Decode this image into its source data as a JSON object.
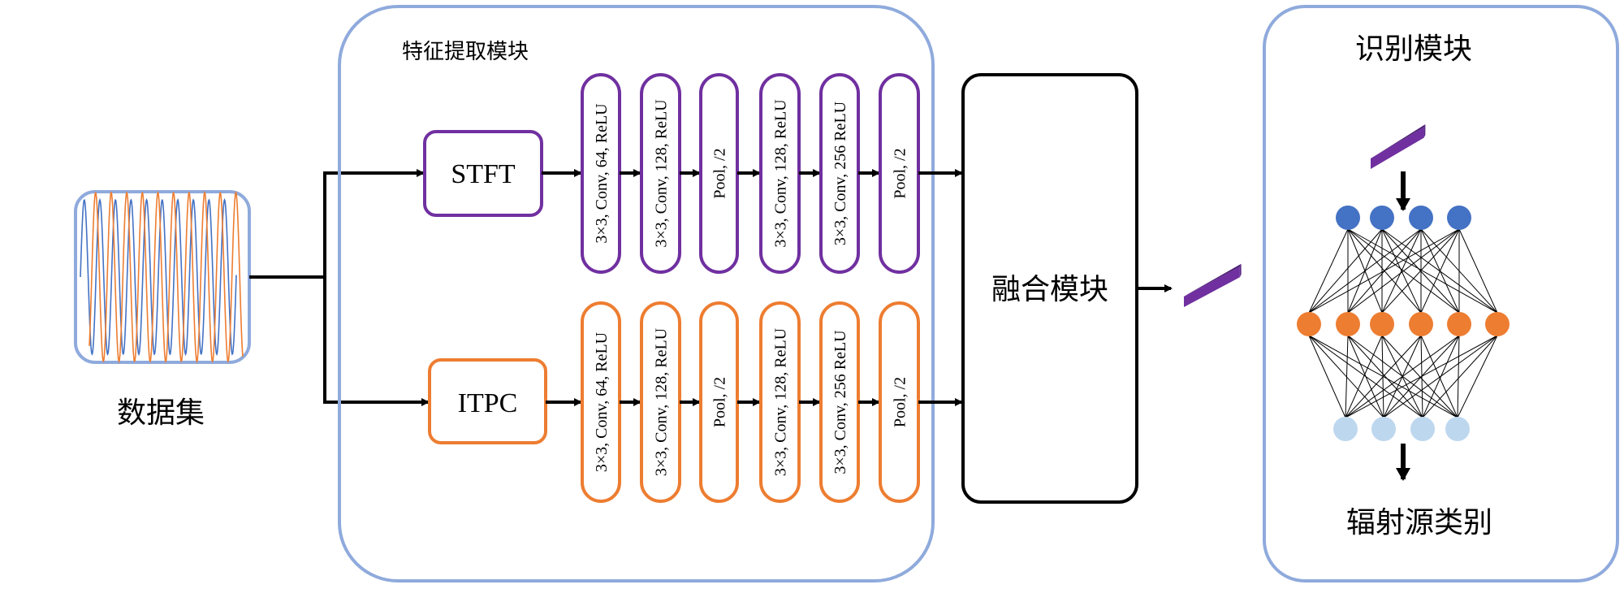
{
  "dataset": {
    "label": "数据集",
    "frame_color": "#8FAADC",
    "wave_colors": [
      "#4472C4",
      "#ED7D31"
    ]
  },
  "feature_module": {
    "title": "特征提取模块",
    "frame_color": "#8FAADC",
    "branches": [
      {
        "name": "STFT",
        "color": "#7030A0",
        "layers": [
          "3×3, Conv, 64, ReLU",
          "3×3, Conv, 128, ReLU",
          "Pool, /2",
          "3×3, Conv, 128, ReLU",
          "3×3, Conv, 256 ReLU",
          "Pool, /2"
        ]
      },
      {
        "name": "ITPC",
        "color": "#ED7D31",
        "layers": [
          "3×3, Conv, 64, ReLU",
          "3×3, Conv, 128, ReLU",
          "Pool, /2",
          "3×3, Conv, 128, ReLU",
          "3×3, Conv, 256 ReLU",
          "Pool, /2"
        ]
      }
    ]
  },
  "fusion_module": {
    "label": "融合模块"
  },
  "feature_vector": {
    "color": "#7030A0"
  },
  "recognition_module": {
    "title": "识别模块",
    "output_label": "辐射源类别",
    "frame_color": "#8FAADC",
    "network": {
      "layers": [
        {
          "nodes": 4,
          "color": "#4472C4"
        },
        {
          "nodes": 6,
          "color": "#ED7D31"
        },
        {
          "nodes": 4,
          "color": "#BDD7EE"
        }
      ]
    }
  }
}
